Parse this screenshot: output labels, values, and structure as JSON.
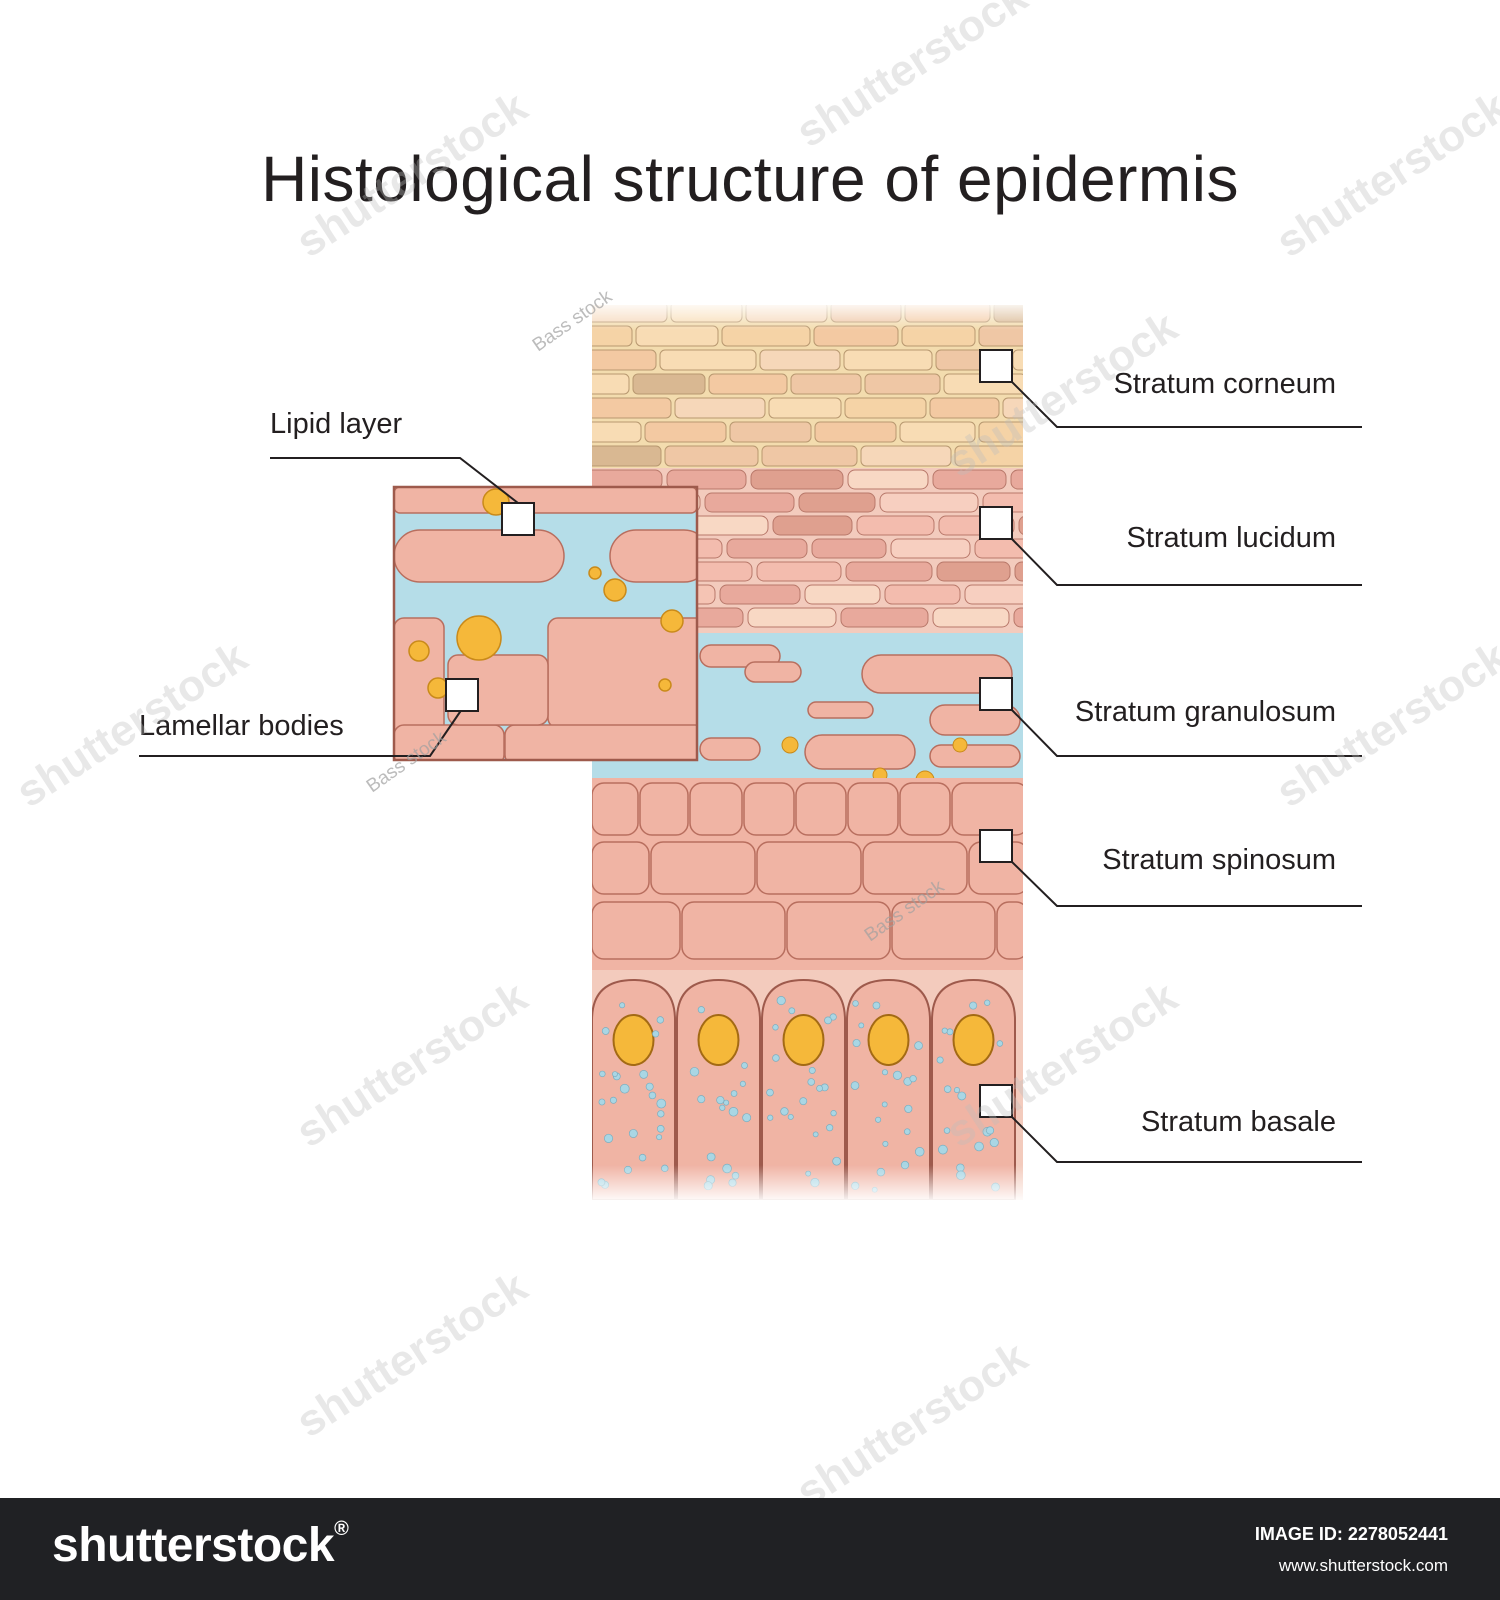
{
  "title": "Histological structure of epidermis",
  "labels": {
    "stratum_corneum": "Stratum corneum",
    "stratum_lucidum": "Stratum lucidum",
    "stratum_granulosum": "Stratum granulosum",
    "stratum_spinosum": "Stratum spinosum",
    "stratum_basale": "Stratum basale",
    "lipid_layer": "Lipid layer",
    "lamellar_bodies": "Lamellar bodies"
  },
  "watermarks": {
    "brand": "shutterstock",
    "author": "Bass stock"
  },
  "footer": {
    "brand": "shutterstock",
    "brand_mark": "®",
    "image_id": "IMAGE ID: 2278052441",
    "site": "www.shutterstock.com"
  },
  "colors": {
    "corneum": "#f3dcae",
    "cell": "#f0b4a4",
    "cell_stroke": "#b86e5e",
    "lipid": "#b5dde8",
    "granule": "#f5b83a",
    "footer_bg": "#202124"
  }
}
